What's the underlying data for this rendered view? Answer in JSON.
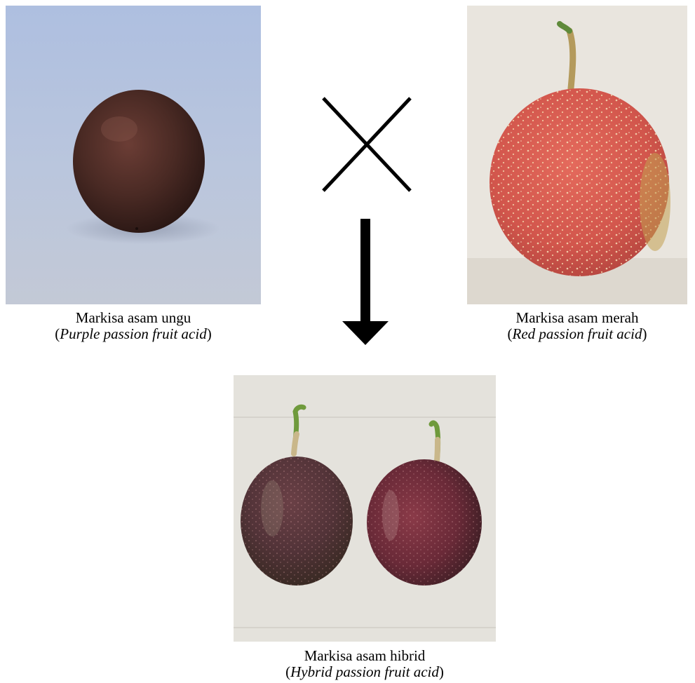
{
  "figure": {
    "parents": [
      {
        "id": "purple",
        "name_local": "Markisa asam ungu",
        "name_en": "Purple passion fruit acid"
      },
      {
        "id": "red",
        "name_local": "Markisa asam merah",
        "name_en": "Red passion fruit acid"
      }
    ],
    "hybrid": {
      "name_local": "Markisa asam hibrid",
      "name_en": "Hybrid passion fruit acid"
    },
    "symbols": {
      "cross": "cross-icon",
      "result": "down-arrow-icon"
    }
  }
}
